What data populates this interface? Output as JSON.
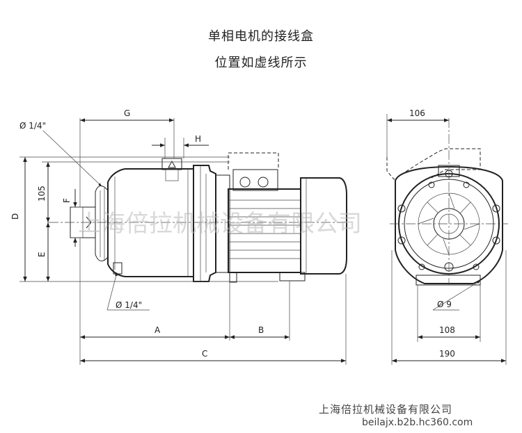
{
  "title": {
    "line1": "单相电机的接线盒",
    "line2": "位置如虚线所示"
  },
  "labels": {
    "g": "G",
    "h": "H",
    "d": "D",
    "e": "E",
    "f": "F",
    "dim105": "105",
    "dim106": "106",
    "dim108": "108",
    "dim190": "190",
    "a": "A",
    "b": "B",
    "c": "C",
    "thread_top": "Ø 1/4\"",
    "thread_bottom": "Ø 1/4\"",
    "hole": "Ø 9"
  },
  "watermark": "上海倍拉机械设备有限公司",
  "footer": {
    "company": "上海倍拉机械设备有限公司",
    "url": "beilajx.b2b.hc360.com"
  }
}
